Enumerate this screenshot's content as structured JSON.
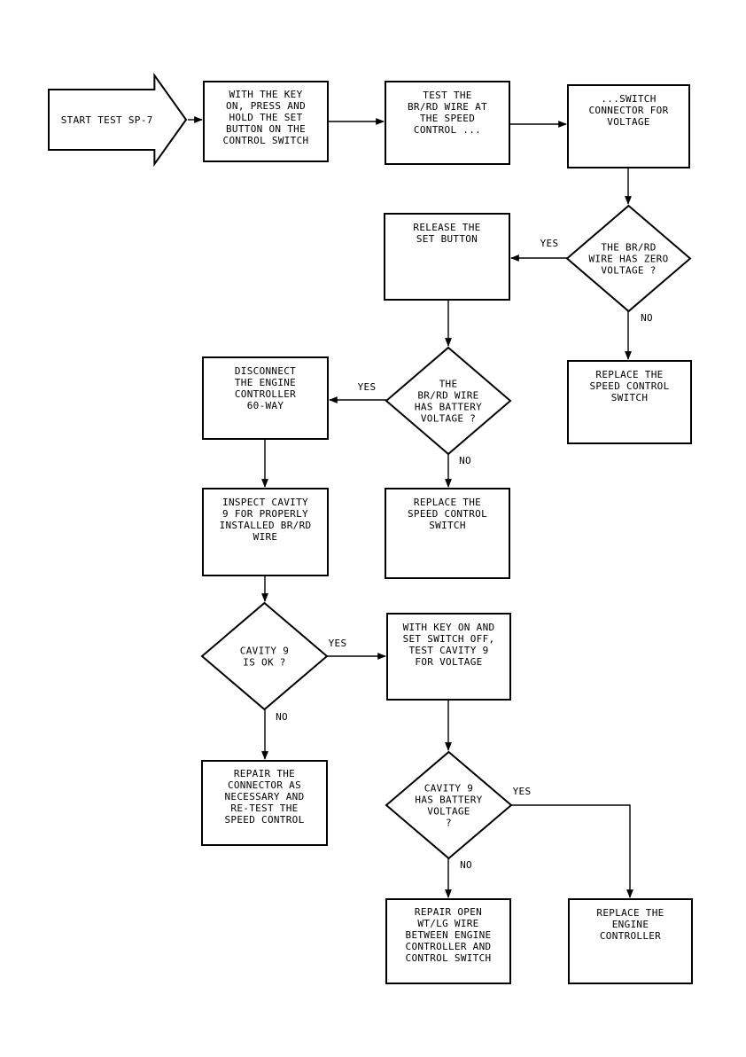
{
  "flowchart": {
    "nodes": {
      "start": {
        "shape": "arrow",
        "lines": [
          "START TEST SP-7"
        ]
      },
      "hold_set": {
        "shape": "rect",
        "lines": [
          "WITH THE KEY",
          "ON, PRESS AND",
          "HOLD THE SET",
          "BUTTON ON THE",
          "CONTROL SWITCH"
        ]
      },
      "test_brrd": {
        "shape": "rect",
        "lines": [
          "TEST THE",
          "BR/RD WIRE AT",
          "THE SPEED",
          "CONTROL ..."
        ]
      },
      "sw_conn": {
        "shape": "rect",
        "lines": [
          "...SWITCH",
          "CONNECTOR FOR",
          "VOLTAGE"
        ]
      },
      "zero_v": {
        "shape": "diamond",
        "lines": [
          "THE BR/RD",
          "WIRE HAS ZERO",
          "VOLTAGE ?"
        ]
      },
      "release_set": {
        "shape": "rect",
        "lines": [
          "RELEASE THE",
          "SET BUTTON"
        ]
      },
      "replace_sc1": {
        "shape": "rect",
        "lines": [
          "REPLACE THE",
          "SPEED CONTROL",
          "SWITCH"
        ]
      },
      "batt_v": {
        "shape": "diamond",
        "lines": [
          "THE",
          "BR/RD WIRE",
          "HAS BATTERY",
          "VOLTAGE ?"
        ]
      },
      "disconnect": {
        "shape": "rect",
        "lines": [
          "DISCONNECT",
          "THE ENGINE",
          "CONTROLLER",
          "60-WAY"
        ]
      },
      "replace_sc2": {
        "shape": "rect",
        "lines": [
          "REPLACE THE",
          "SPEED CONTROL",
          "SWITCH"
        ]
      },
      "inspect": {
        "shape": "rect",
        "lines": [
          "INSPECT CAVITY",
          "9 FOR PROPERLY",
          "INSTALLED BR/RD",
          "WIRE"
        ]
      },
      "cav_ok": {
        "shape": "diamond",
        "lines": [
          "CAVITY 9",
          "IS OK ?"
        ]
      },
      "test_cav9": {
        "shape": "rect",
        "lines": [
          "WITH KEY ON AND",
          "SET SWITCH OFF,",
          "TEST CAVITY 9",
          "FOR VOLTAGE"
        ]
      },
      "repair_conn": {
        "shape": "rect",
        "lines": [
          "REPAIR THE",
          "CONNECTOR AS",
          "NECESSARY AND",
          "RE-TEST THE",
          "SPEED CONTROL"
        ]
      },
      "cav9_batt": {
        "shape": "diamond",
        "lines": [
          "CAVITY 9",
          "HAS BATTERY",
          "VOLTAGE",
          "?"
        ]
      },
      "repair_open": {
        "shape": "rect",
        "lines": [
          "REPAIR OPEN",
          "WT/LG WIRE",
          "BETWEEN ENGINE",
          "CONTROLLER AND",
          "CONTROL SWITCH"
        ]
      },
      "replace_ec": {
        "shape": "rect",
        "lines": [
          "REPLACE THE",
          "ENGINE",
          "CONTROLLER"
        ]
      }
    },
    "edges": [
      {
        "id": "e-start-hold",
        "from": "start",
        "to": "hold_set",
        "label": ""
      },
      {
        "id": "e-hold-test",
        "from": "hold_set",
        "to": "test_brrd",
        "label": ""
      },
      {
        "id": "e-test-sw",
        "from": "test_brrd",
        "to": "sw_conn",
        "label": ""
      },
      {
        "id": "e-sw-zero",
        "from": "sw_conn",
        "to": "zero_v",
        "label": ""
      },
      {
        "id": "e-zero-release",
        "from": "zero_v",
        "to": "release_set",
        "label": "YES"
      },
      {
        "id": "e-zero-replace",
        "from": "zero_v",
        "to": "replace_sc1",
        "label": "NO"
      },
      {
        "id": "e-release-batt",
        "from": "release_set",
        "to": "batt_v",
        "label": ""
      },
      {
        "id": "e-batt-disconnect",
        "from": "batt_v",
        "to": "disconnect",
        "label": "YES"
      },
      {
        "id": "e-batt-replace",
        "from": "batt_v",
        "to": "replace_sc2",
        "label": "NO"
      },
      {
        "id": "e-disc-inspect",
        "from": "disconnect",
        "to": "inspect",
        "label": ""
      },
      {
        "id": "e-inspect-cav",
        "from": "inspect",
        "to": "cav_ok",
        "label": ""
      },
      {
        "id": "e-cav-test",
        "from": "cav_ok",
        "to": "test_cav9",
        "label": "YES"
      },
      {
        "id": "e-cav-repair",
        "from": "cav_ok",
        "to": "repair_conn",
        "label": "NO"
      },
      {
        "id": "e-test-cav9batt",
        "from": "test_cav9",
        "to": "cav9_batt",
        "label": ""
      },
      {
        "id": "e-cav9-replace",
        "from": "cav9_batt",
        "to": "replace_ec",
        "label": "YES"
      },
      {
        "id": "e-cav9-repair",
        "from": "cav9_batt",
        "to": "repair_open",
        "label": "NO"
      }
    ]
  },
  "colors": {
    "line": "#000000",
    "background": "#ffffff"
  }
}
